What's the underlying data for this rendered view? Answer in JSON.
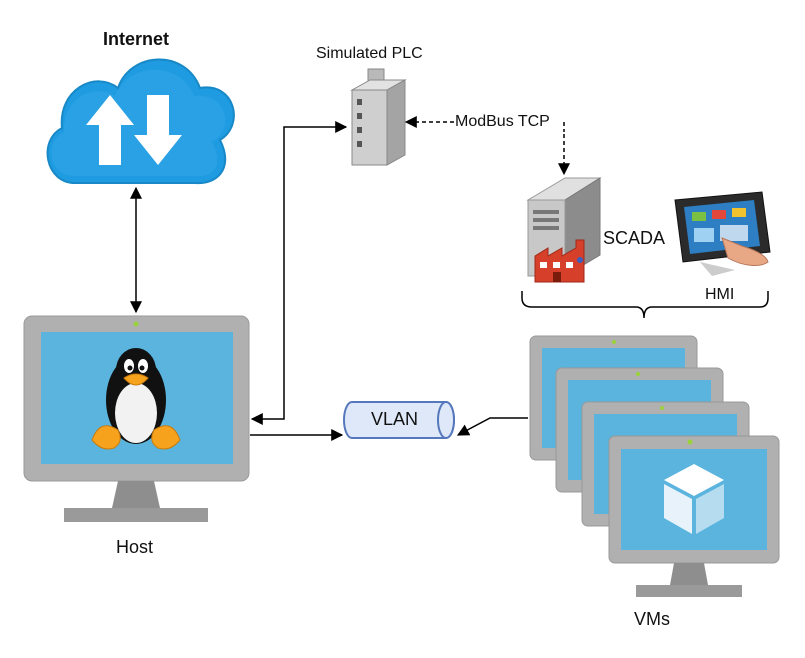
{
  "labels": {
    "internet": "Internet",
    "plc": "Simulated PLC",
    "modbus": "ModBus TCP",
    "scada": "SCADA",
    "hmi": "HMI",
    "host": "Host",
    "vlan": "VLAN",
    "vms": "VMs"
  },
  "icons": {
    "cloud": "cloud-icon",
    "plc": "plc-device-icon",
    "scada": "scada-server-icon",
    "hmi": "hmi-touch-panel-icon",
    "host": "linux-monitor-icon",
    "vlan": "network-cylinder-icon",
    "vm": "virtual-machine-cube-icon"
  },
  "colors": {
    "cloud": "#1e9be1",
    "monitor_frame": "#a9a9a9",
    "monitor_screen": "#5ab4de",
    "vlan_fill": "#dfe8f8",
    "vlan_stroke": "#5577bb",
    "factory": "#d6402a"
  }
}
